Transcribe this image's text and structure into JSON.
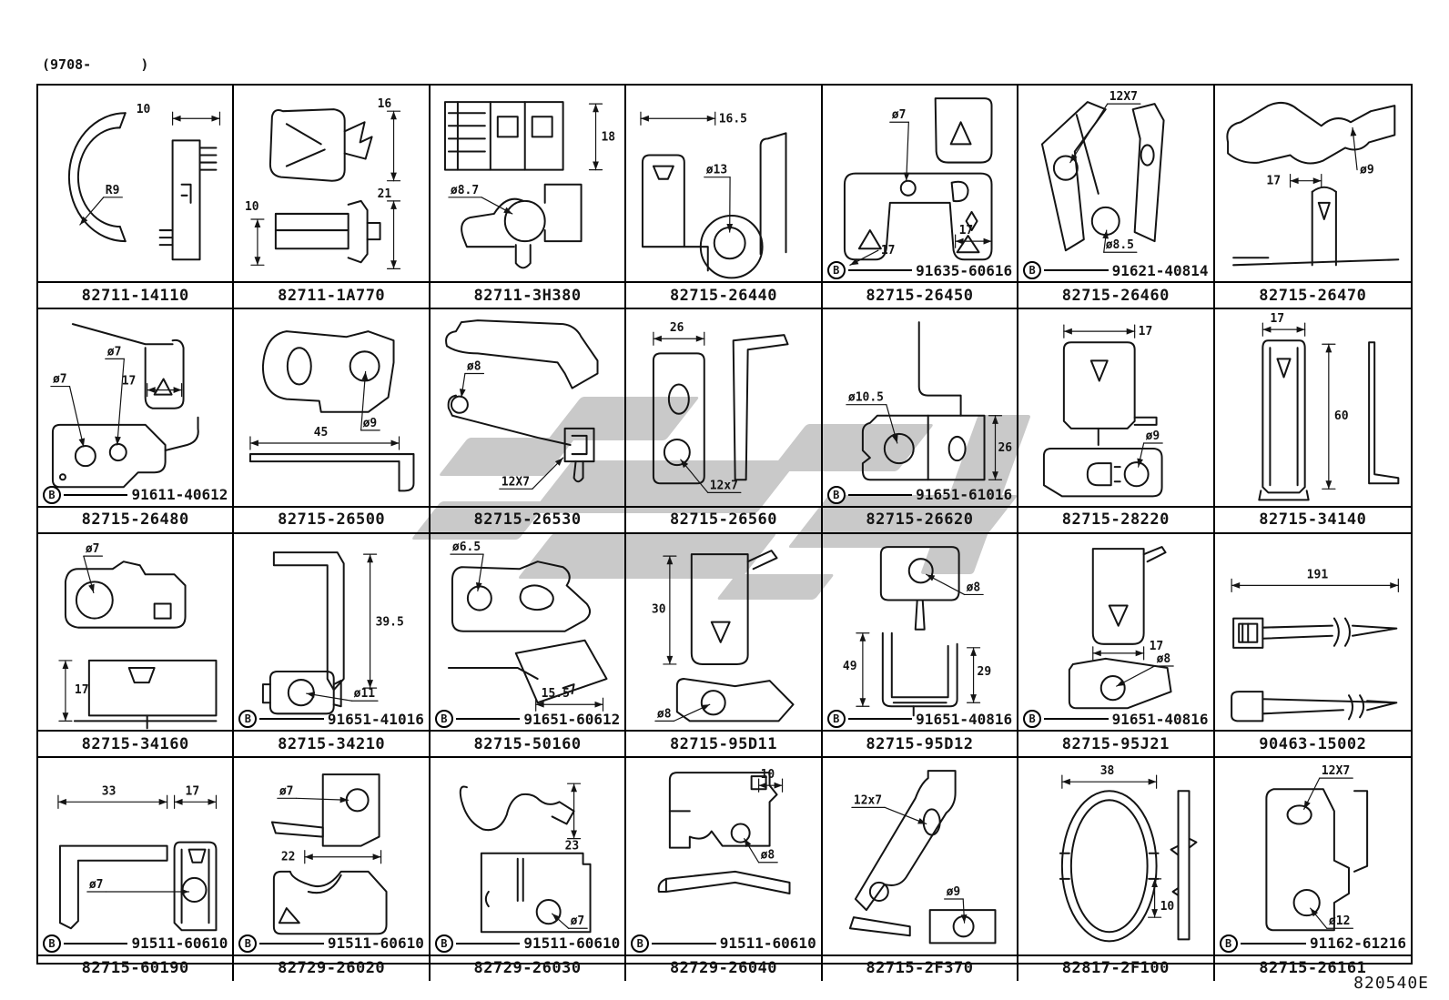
{
  "page": {
    "header_code": "(9708-      )",
    "footer_code": "820540E"
  },
  "grid": {
    "cells": [
      {
        "part": "82711-14110",
        "dims": [
          "10",
          "R9"
        ],
        "inline": null
      },
      {
        "part": "82711-1A770",
        "dims": [
          "16",
          "21",
          "10"
        ],
        "inline": null
      },
      {
        "part": "82711-3H380",
        "dims": [
          "18",
          "ø8.7"
        ],
        "inline": null
      },
      {
        "part": "82715-26440",
        "dims": [
          "16.5",
          "ø13"
        ],
        "inline": null
      },
      {
        "part": "82715-26450",
        "dims": [
          "ø7",
          "17",
          "17"
        ],
        "inline": "91635-60616"
      },
      {
        "part": "82715-26460",
        "dims": [
          "12X7",
          "ø8.5"
        ],
        "inline": "91621-40814"
      },
      {
        "part": "82715-26470",
        "dims": [
          "ø9",
          "17"
        ],
        "inline": null
      },
      {
        "part": "82715-26480",
        "dims": [
          "ø7",
          "ø7",
          "17"
        ],
        "inline": "91611-40612"
      },
      {
        "part": "82715-26500",
        "dims": [
          "ø9",
          "45"
        ],
        "inline": null
      },
      {
        "part": "82715-26530",
        "dims": [
          "ø8",
          "12X7"
        ],
        "inline": null
      },
      {
        "part": "82715-26560",
        "dims": [
          "26",
          "12x7"
        ],
        "inline": null
      },
      {
        "part": "82715-26620",
        "dims": [
          "ø10.5",
          "26"
        ],
        "inline": "91651-61016"
      },
      {
        "part": "82715-28220",
        "dims": [
          "17",
          "ø9"
        ],
        "inline": null
      },
      {
        "part": "82715-34140",
        "dims": [
          "17",
          "60"
        ],
        "inline": null
      },
      {
        "part": "82715-34160",
        "dims": [
          "ø7",
          "17"
        ],
        "inline": null
      },
      {
        "part": "82715-34210",
        "dims": [
          "39.5",
          "ø11"
        ],
        "inline": "91651-41016"
      },
      {
        "part": "82715-50160",
        "dims": [
          "ø6.5",
          "15.5"
        ],
        "inline": "91651-60612"
      },
      {
        "part": "82715-95D11",
        "dims": [
          "30",
          "ø8"
        ],
        "inline": null
      },
      {
        "part": "82715-95D12",
        "dims": [
          "ø8",
          "49",
          "29"
        ],
        "inline": "91651-40816"
      },
      {
        "part": "82715-95J21",
        "dims": [
          "17",
          "ø8"
        ],
        "inline": "91651-40816"
      },
      {
        "part": "90463-15002",
        "dims": [
          "191"
        ],
        "inline": null
      },
      {
        "part": "82715-60190",
        "dims": [
          "33",
          "17",
          "ø7"
        ],
        "inline": "91511-60610"
      },
      {
        "part": "82729-26020",
        "dims": [
          "ø7",
          "22"
        ],
        "inline": "91511-60610"
      },
      {
        "part": "82729-26030",
        "dims": [
          "23",
          "ø7"
        ],
        "inline": "91511-60610"
      },
      {
        "part": "82729-26040",
        "dims": [
          "10",
          "ø8"
        ],
        "inline": "91511-60610"
      },
      {
        "part": "82715-2F370",
        "dims": [
          "12x7",
          "ø9"
        ],
        "inline": null
      },
      {
        "part": "82817-2F100",
        "dims": [
          "38",
          "10"
        ],
        "inline": null
      },
      {
        "part": "82715-26161",
        "dims": [
          "12X7",
          "ø12"
        ],
        "inline": "91162-61216"
      }
    ]
  }
}
